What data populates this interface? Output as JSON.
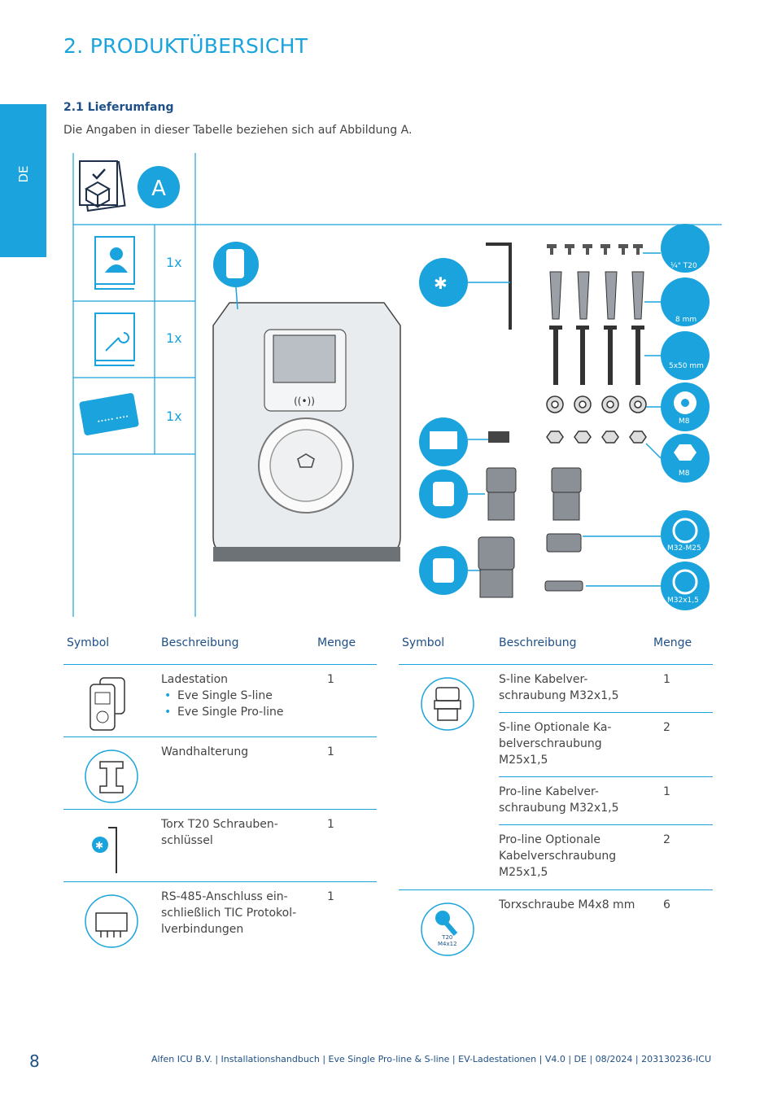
{
  "side_tab": {
    "label": "DE"
  },
  "page_title": "2. PRODUKTÜBERSICHT",
  "section": {
    "title": "2.1 Lieferumfang",
    "intro": "Die Angaben in dieser Tabelle beziehen sich auf Abbildung A."
  },
  "figure": {
    "label": "A",
    "items": [
      {
        "icon": "user-manual-book-icon",
        "qty": "1x"
      },
      {
        "icon": "installation-manual-book-icon",
        "qty": "1x"
      },
      {
        "icon": "rfid-card-icon",
        "qty": "1x"
      }
    ],
    "callouts": {
      "screw": "¼\" T20",
      "plug": "8 mm",
      "wood_screw": "5x50 mm",
      "washer": "M8",
      "nut": "M8",
      "locknut_1": "M32-M25",
      "locknut_2": "M32x1,5"
    }
  },
  "table_left": {
    "headers": {
      "symbol": "Symbol",
      "description": "Beschreibung",
      "qty": "Menge"
    },
    "rows": [
      {
        "icon": "charging-station-icon",
        "description": "Ladestation",
        "bullets": [
          "Eve Single S-line",
          "Eve Single Pro-line"
        ],
        "qty": "1"
      },
      {
        "icon": "wall-bracket-icon",
        "description": "Wandhalterung",
        "bullets": [],
        "qty": "1"
      },
      {
        "icon": "torx-key-icon",
        "description": "Torx T20 Schrauben-\nschlüssel",
        "bullets": [],
        "qty": "1"
      },
      {
        "icon": "rs485-connector-icon",
        "description": "RS-485-Anschluss ein-\nschließlich TIC Protokol-\nlverbindungen",
        "bullets": [],
        "qty": "1"
      }
    ]
  },
  "table_right": {
    "headers": {
      "symbol": "Symbol",
      "description": "Beschreibung",
      "qty": "Menge"
    },
    "rows": [
      {
        "description": "S-line Kabelver-\nschraubung M32x1,5",
        "qty": "1"
      },
      {
        "description": "S-line Optionale Ka-\nbelverschraubung\nM25x1,5",
        "qty": "2"
      },
      {
        "description": "Pro-line Kabelver-\nschraubung M32x1,5",
        "qty": "1"
      },
      {
        "description": "Pro-line Optionale\nKabelverschraubung\nM25x1,5",
        "qty": "2"
      },
      {
        "description": "Torxschraube M4x8 mm",
        "qty": "6",
        "icon_label": "T20\nM4x12"
      }
    ]
  },
  "footer": {
    "page_number": "8",
    "text": "Alfen ICU B.V. | Installationshandbuch | Eve Single Pro-line & S-line | EV-Ladestationen  | V4.0 | DE | 08/2024 | 203130236-ICU"
  },
  "colors": {
    "accent": "#1aa3dc",
    "heading": "#1e4f86",
    "text": "#444444"
  }
}
